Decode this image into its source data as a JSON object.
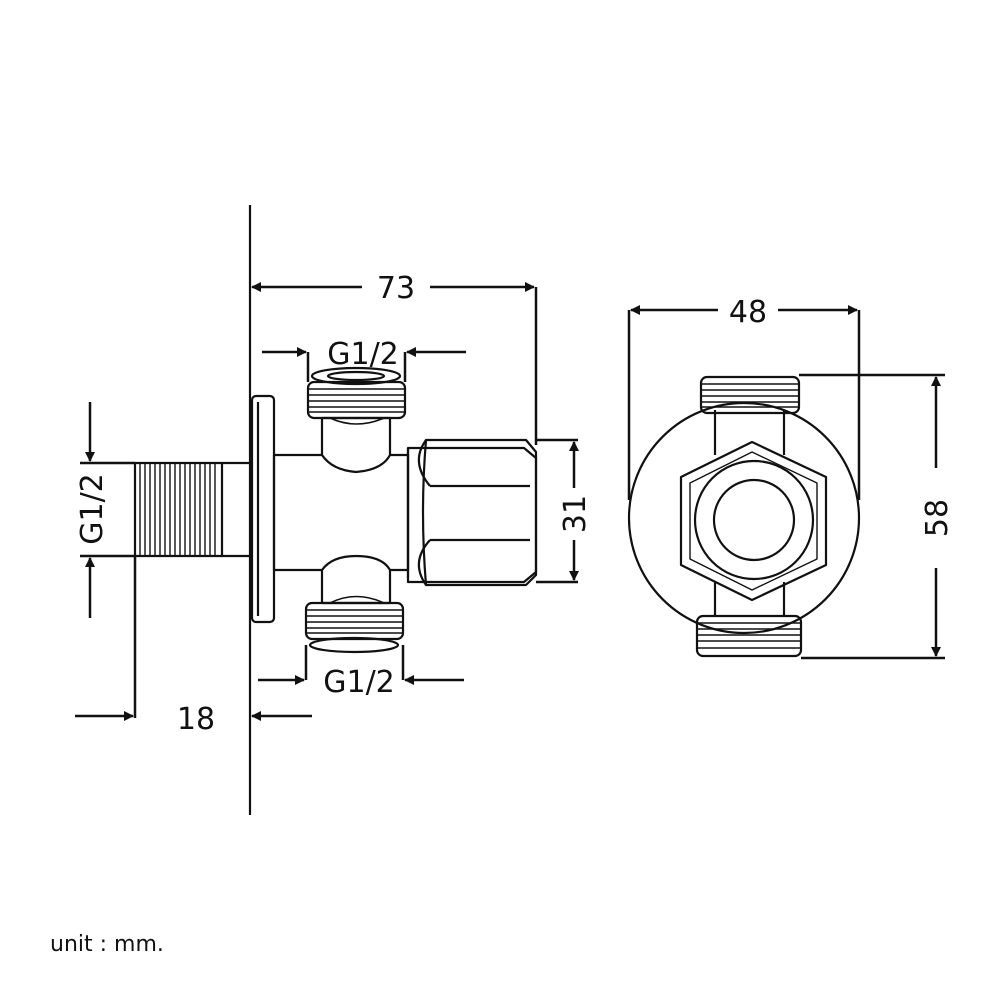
{
  "drawing": {
    "dimensions": {
      "overall_length": "73",
      "outlet_top_thread": "G1/2",
      "outlet_bottom_thread": "G1/2",
      "inlet_thread": "G1/2",
      "inlet_length": "18",
      "body_height": "31",
      "end_view_width": "48",
      "end_view_height": "58"
    }
  },
  "footer": {
    "unit_note": "unit : mm."
  }
}
